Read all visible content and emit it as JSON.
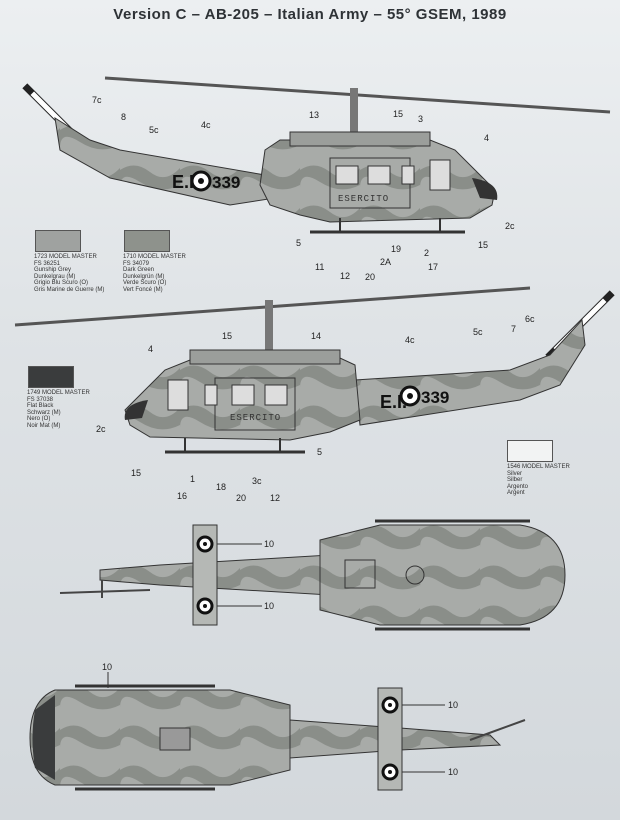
{
  "title": "Version C – AB-205 – Italian Army – 55° GSEM, 1989",
  "registration": "E.I.",
  "registration_number": "339",
  "fuselage_marking": "ESERCITO",
  "swatches": [
    {
      "color": "#9fa2a0",
      "lines": [
        "1723 MODEL MASTER",
        "FS 36251",
        "Gunship Grey",
        "Dunkelgrau (M)",
        "Grigio Blu Scuro (O)",
        "Gris Marine de Guerre (M)"
      ]
    },
    {
      "color": "#8e928c",
      "lines": [
        "1710 MODEL MASTER",
        "FS 34079",
        "Dark Green",
        "Dunkelgrün (M)",
        "Verde Scuro (O)",
        "Vert Foncé (M)"
      ]
    },
    {
      "color": "#3a3c3d",
      "lines": [
        "1749 MODEL MASTER",
        "FS 37038",
        "Flat Black",
        "Schwarz (M)",
        "Nero (O)",
        "Noir Mat (M)"
      ]
    },
    {
      "color": "#f2f3f3",
      "lines": [
        "1546 MODEL MASTER",
        "Silver",
        "Silber",
        "Argento",
        "Argent"
      ]
    }
  ],
  "callouts": {
    "c7c": "7c",
    "c8": "8",
    "c5c": "5c",
    "c4c": "4c",
    "c13": "13",
    "c15": "15",
    "c3": "3",
    "c4": "4",
    "c2c": "2c",
    "c5": "5",
    "c11": "11",
    "c12": "12",
    "c19": "19",
    "c2A": "2A",
    "c20": "20",
    "c2": "2",
    "c17": "17",
    "b15": "15",
    "b14": "14",
    "b4c": "4c",
    "b5c": "5c",
    "b7": "7",
    "b6c": "6c",
    "b4": "4",
    "b2c": "2c",
    "b15b": "15",
    "b16": "16",
    "b1": "1",
    "b18": "18",
    "b20": "20",
    "b3c": "3c",
    "b12": "12",
    "b5": "5",
    "t10a": "10",
    "t10b": "10",
    "u10a": "10",
    "u10b": "10",
    "u10c": "10"
  }
}
